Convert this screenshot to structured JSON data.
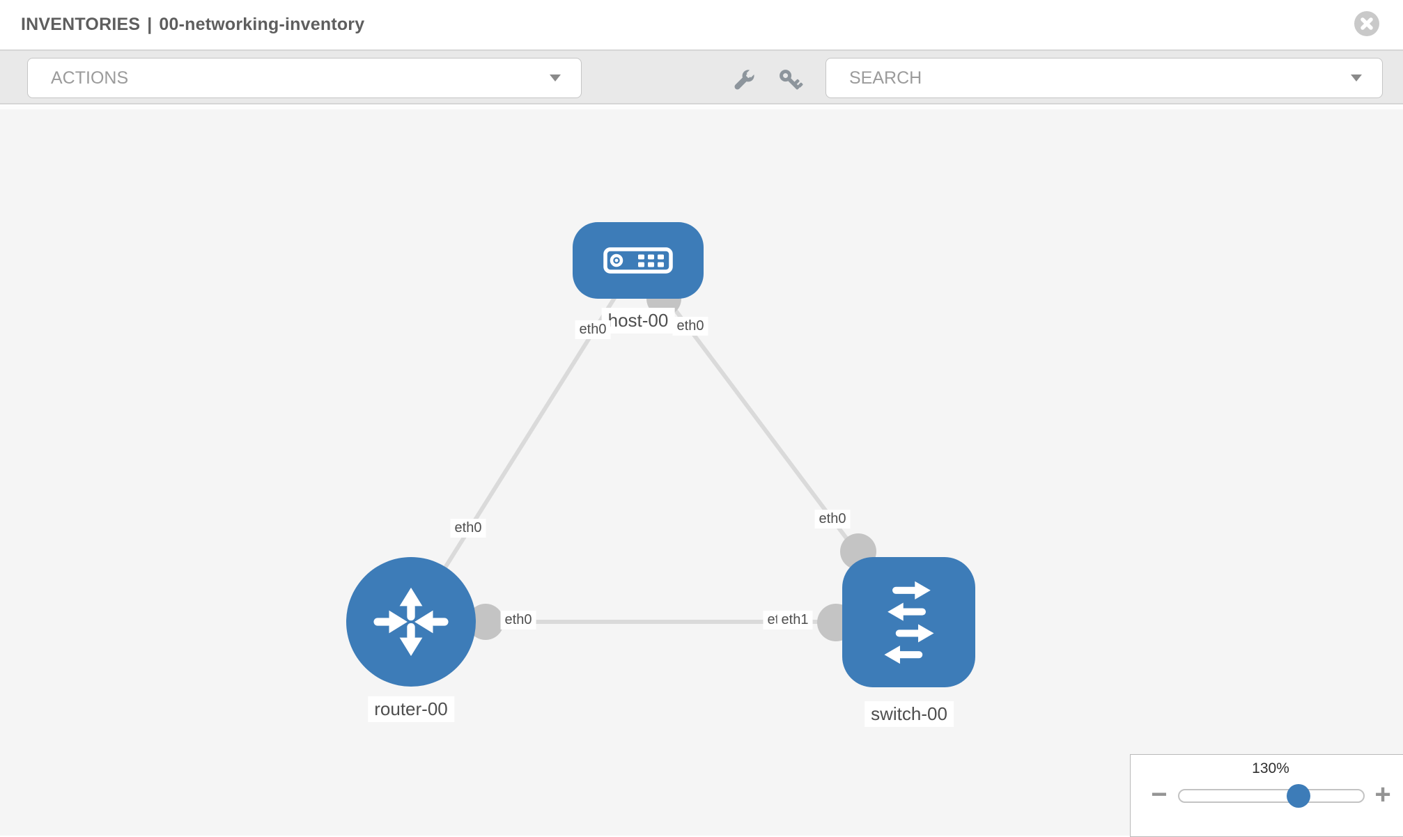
{
  "header": {
    "section": "INVENTORIES",
    "separator": "|",
    "inventory_name": "00-networking-inventory"
  },
  "toolbar": {
    "actions_label": "ACTIONS",
    "search_label": "SEARCH",
    "icons": [
      "wrench-icon",
      "key-icon"
    ]
  },
  "topology": {
    "nodes": {
      "host": {
        "label": "host-00",
        "type": "host"
      },
      "router": {
        "label": "router-00",
        "type": "router"
      },
      "switch": {
        "label": "switch-00",
        "type": "switch"
      }
    },
    "interfaces": {
      "host_side_router_link": "eth0",
      "host_side_switch_link": "eth0",
      "router_side_host_link": "eth0",
      "switch_side_host_link": "eth0",
      "router_side_switch_link": "eth0",
      "switch_side_router_link_hidden": "eth0",
      "switch_side_router_link": "eth1"
    },
    "links": [
      {
        "from": "host-00",
        "to": "router-00"
      },
      {
        "from": "host-00",
        "to": "switch-00"
      },
      {
        "from": "router-00",
        "to": "switch-00"
      }
    ]
  },
  "zoom_control": {
    "level": "130%",
    "minus_label": "−",
    "plus_label": "+"
  },
  "colors": {
    "node_blue": "#3d7cb8",
    "link_gray": "#dadada",
    "port_gray": "#c4c4c4",
    "toolbar_gray": "#e9e9e9",
    "canvas_gray": "#f5f5f5"
  }
}
